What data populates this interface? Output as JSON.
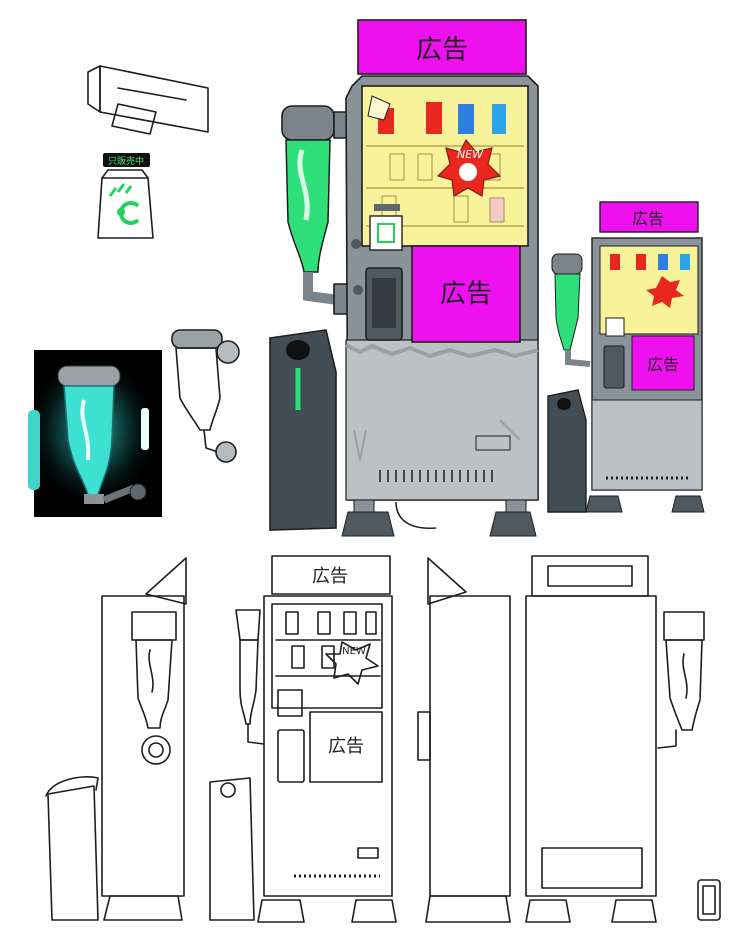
{
  "signs": {
    "ad": "広告",
    "new": "NEW",
    "status": "只販売中"
  },
  "colors": {
    "magenta": "#ef10f0",
    "cream": "#f8f39a",
    "body_gray": "#8a9399",
    "dark_gray": "#50595f",
    "lower_gray": "#bcc1c3",
    "bottle_green": "#2fe07a",
    "bottle_cyan": "#35e3d0",
    "bin": "#434d55",
    "new_burst": "#e8281e"
  },
  "icons": [
    "receipt-printer-icon",
    "cup-icon",
    "water-bottle-icon",
    "bin-icon",
    "new-badge-icon",
    "card-reader-icon"
  ]
}
